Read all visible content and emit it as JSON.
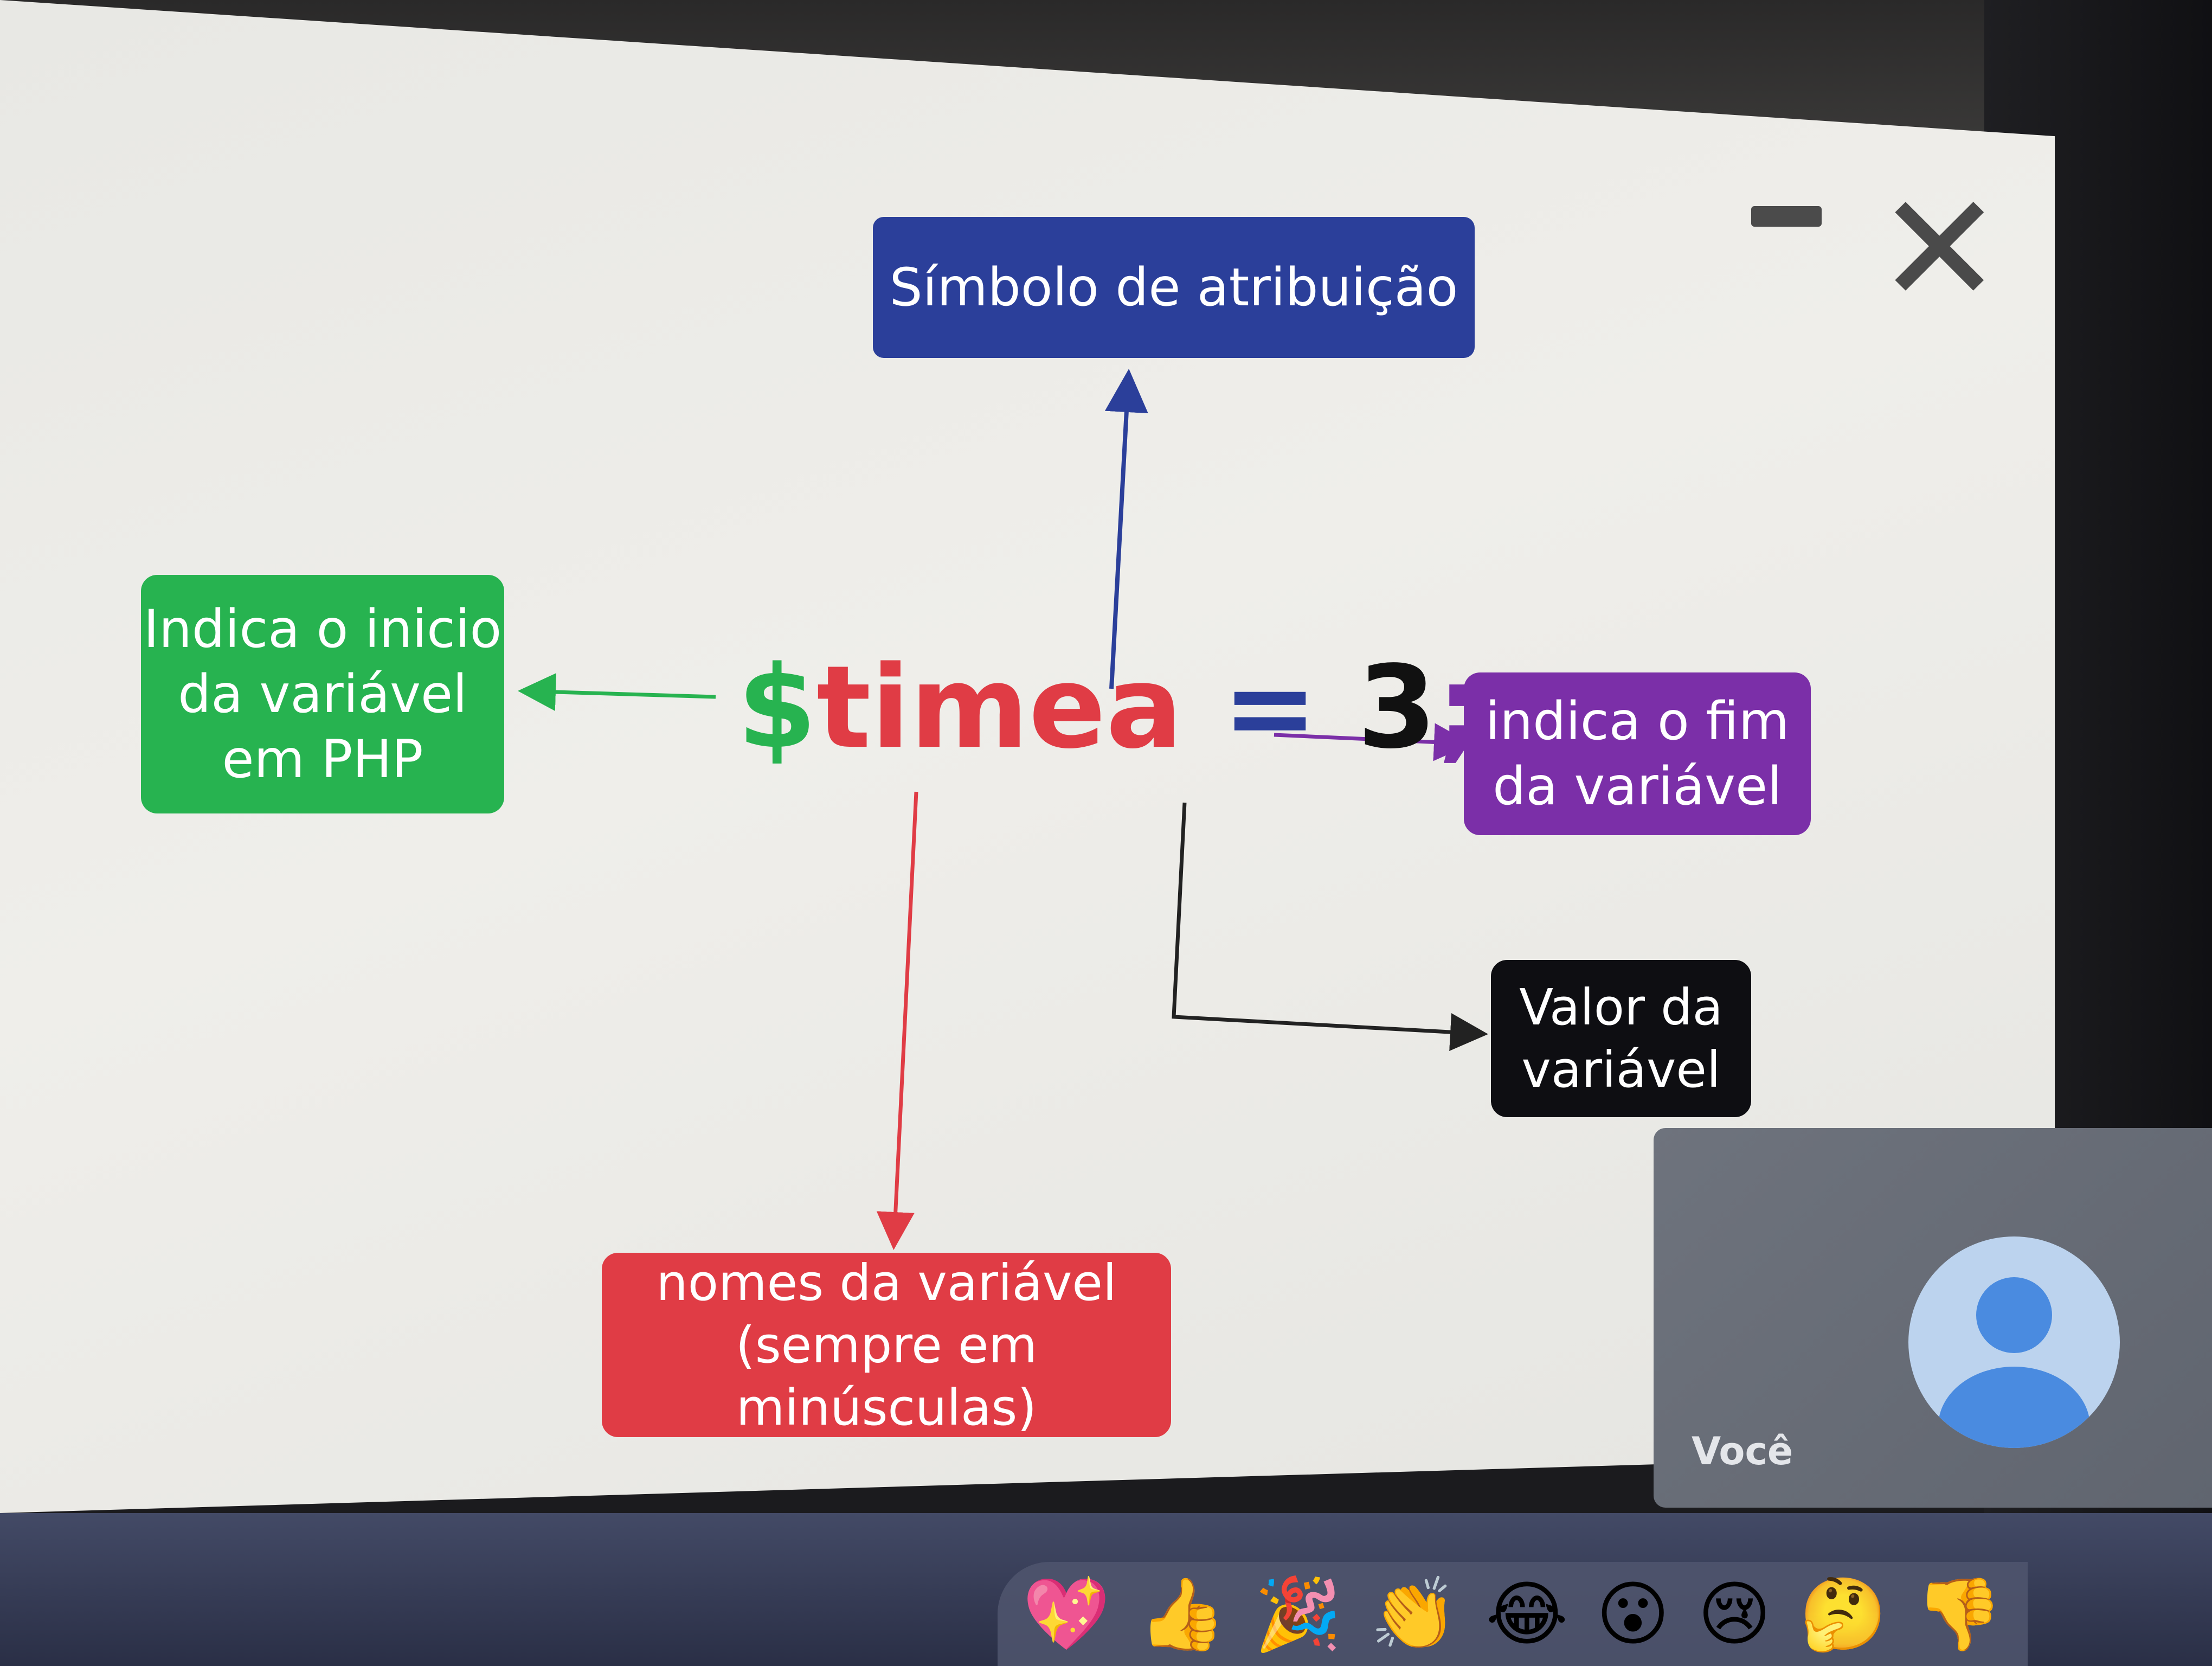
{
  "slide": {
    "window_controls": {
      "minimize_icon": "minimize-icon",
      "close_icon": "close-icon",
      "close_glyph": "✕"
    },
    "code": {
      "dollar": "$",
      "name": "timea",
      "equals": " = ",
      "value": "3",
      "semicolon": ";"
    },
    "boxes": {
      "assignment": "Símbolo de atribuição",
      "start": "Indica o inicio\nda variável\nem PHP",
      "end": "indica o fim\nda variável",
      "value": "Valor da\nvariável",
      "names": "nomes da variável\n(sempre em minúsculas)"
    },
    "colors": {
      "green": "#27b350",
      "red": "#e03c45",
      "blue": "#2b3f9a",
      "purple": "#7b2fa8",
      "black": "#0e0e12"
    }
  },
  "self_view": {
    "label": "Você",
    "avatar_icon": "person-icon"
  },
  "reactions": [
    {
      "icon": "sparkling-heart-icon",
      "glyph": "💖"
    },
    {
      "icon": "thumbs-up-icon",
      "glyph": "👍"
    },
    {
      "icon": "party-popper-icon",
      "glyph": "🎉"
    },
    {
      "icon": "clapping-hands-icon",
      "glyph": "👏"
    },
    {
      "icon": "tears-of-joy-icon",
      "glyph": "😂"
    },
    {
      "icon": "surprised-face-icon",
      "glyph": "😮"
    },
    {
      "icon": "crying-face-icon",
      "glyph": "😢"
    },
    {
      "icon": "thinking-face-icon",
      "glyph": "🤔"
    },
    {
      "icon": "thumbs-down-icon",
      "glyph": "👎"
    }
  ]
}
